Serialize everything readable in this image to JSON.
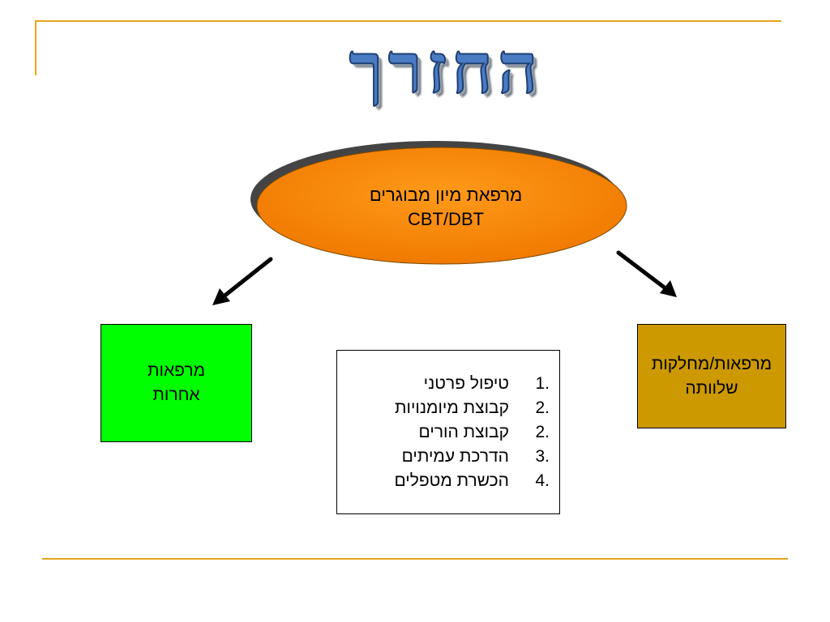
{
  "title": "החזרך",
  "center_node": {
    "line1": "מרפאת מיון מבוגרים",
    "line2": "CBT/DBT"
  },
  "left_node": {
    "line1": "מרפאות",
    "line2": "אחרות"
  },
  "right_node": {
    "line1": "מרפאות/מחלקות",
    "line2": "שלוותה"
  },
  "services": [
    {
      "num": "1.",
      "label": "טיפול פרטני"
    },
    {
      "num": "2.",
      "label": "קבוצת מיומנויות"
    },
    {
      "num": "2.",
      "label": "קבוצת הורים"
    },
    {
      "num": "3.",
      "label": "הדרכת עמיתים"
    },
    {
      "num": "4.",
      "label": "הכשרת מטפלים"
    }
  ],
  "colors": {
    "frame": "#e3a51e",
    "ellipse": "#ff8c00",
    "left_box": "#00ff00",
    "right_box": "#cc9900",
    "title": "#4a7cc4"
  }
}
